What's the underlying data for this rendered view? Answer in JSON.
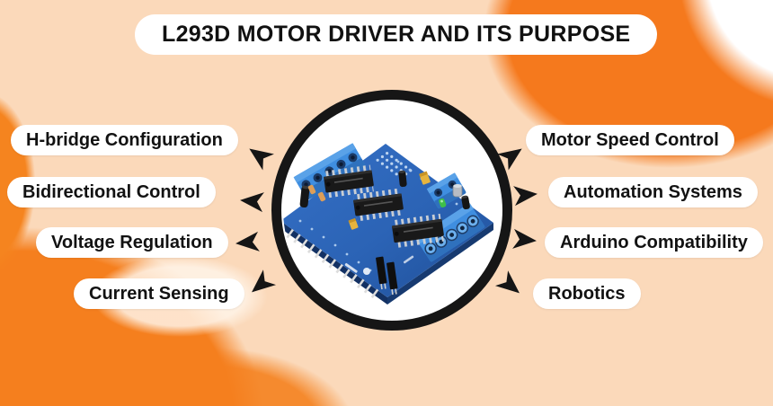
{
  "title": "L293D MOTOR DRIVER AND ITS PURPOSE",
  "left_items": [
    "H-bridge Configuration",
    "Bidirectional Control",
    "Voltage Regulation",
    "Current Sensing"
  ],
  "right_items": [
    "Motor Speed Control",
    "Automation Systems",
    "Arduino Compatibility",
    "Robotics"
  ],
  "center_image": {
    "name": "l293d-motor-driver-shield-photo",
    "subject": "Blue L293D motor driver shield PCB with screw terminal blocks and three DIP ICs"
  },
  "icons": {
    "arrow": "concave-black-arrowhead"
  },
  "colors": {
    "background_base": "#FBD9BA",
    "background_orange": "#F5791D",
    "pill_background": "#FFFFFF",
    "text": "#121212",
    "circle_ring": "#161616",
    "board_blue": "#2B63B5",
    "terminal_blue": "#3F8EE0",
    "ic_black": "#191919"
  }
}
